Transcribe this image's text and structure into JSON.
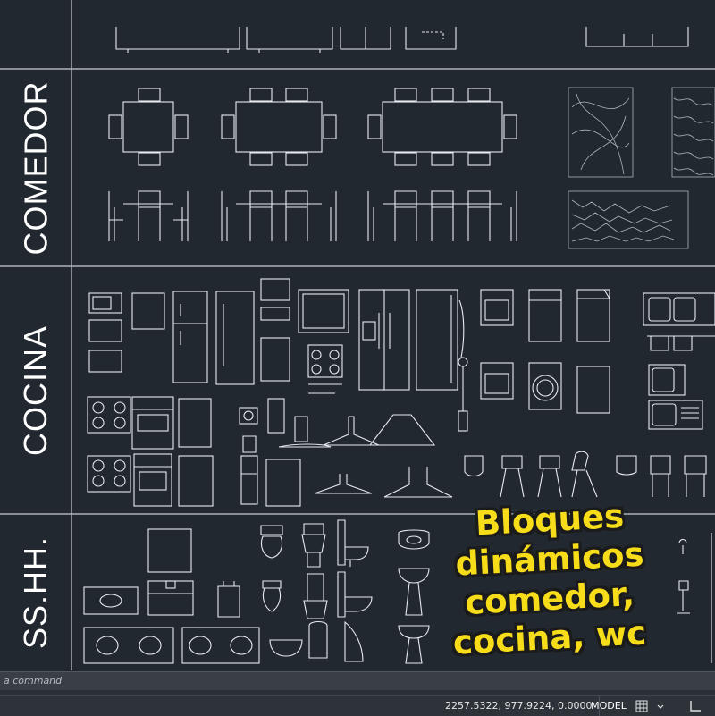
{
  "sections": {
    "comedor": "COMEDOR",
    "cocina": "COCINA",
    "sshh": "SS.HH."
  },
  "promo": {
    "line1": "Bloques",
    "line2": "dinámicos",
    "line3": "comedor,",
    "line4": "cocina, wc"
  },
  "command_line": {
    "prompt_fragment": "a command"
  },
  "status_bar": {
    "coordinates": "2257.5322, 977.9224, 0.0000",
    "model": "MODEL",
    "icons": [
      "grid-icon",
      "grid-dropdown-icon",
      "ortho-icon"
    ]
  },
  "colors": {
    "background": "#212830",
    "linework": "#e8ecf0",
    "promo_text": "#f7dc1a",
    "command_bar": "#3a3f46",
    "status_bar": "#2d3339"
  }
}
